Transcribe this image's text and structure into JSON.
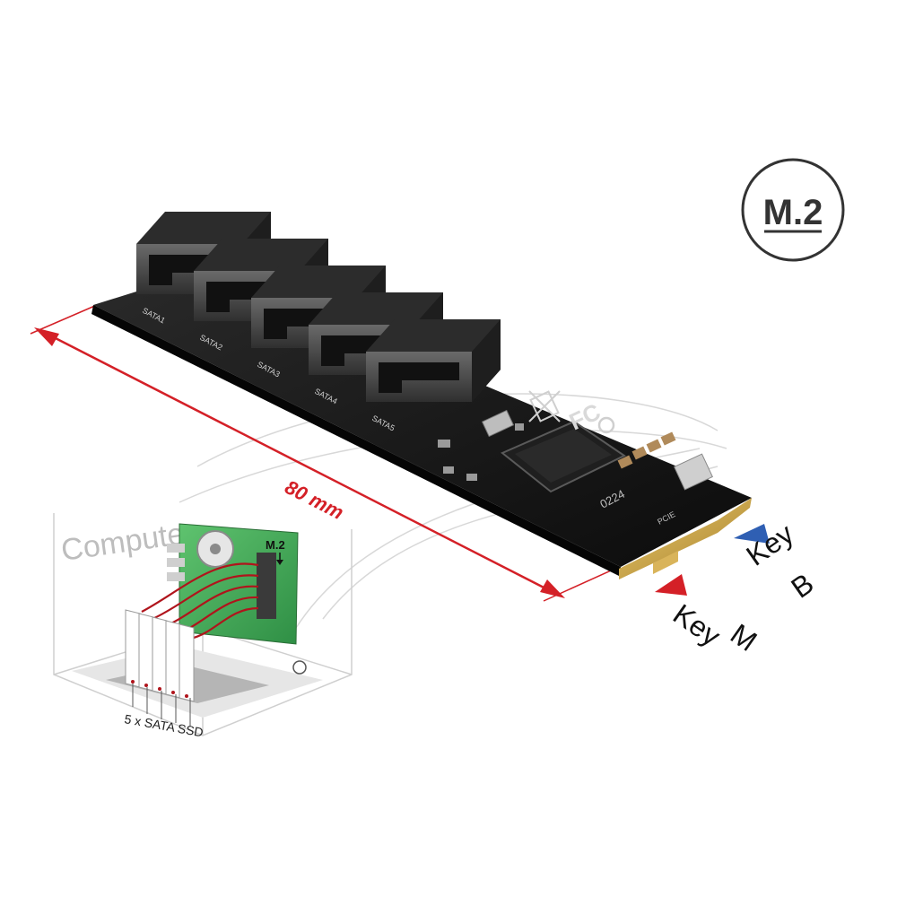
{
  "badge": {
    "text": "M.2"
  },
  "dimension": {
    "text": "80 mm",
    "color": "#d42027"
  },
  "keys": {
    "m": {
      "word": "Key",
      "letter": "M",
      "color": "#d42027"
    },
    "b": {
      "word": "Key",
      "letter": "B",
      "color": "#2f5fb3"
    }
  },
  "inset": {
    "computer": "Computer",
    "m2": "M.2",
    "ssd": "5 x SATA SSD"
  },
  "ports": {
    "labels": [
      "SATA1",
      "SATA2",
      "SATA3",
      "SATA4",
      "SATA5"
    ]
  },
  "pcb": {
    "silkscreen_code": "0224",
    "silkscreen_side": "PCIE"
  },
  "colors": {
    "pcb": "#151515",
    "connector": "#3a3a3a",
    "gold": "#c9a347",
    "inset_board": "#3aa655",
    "cable": "#b0141c"
  },
  "icons": [
    "fc-mark",
    "weee-crossed-bin-mark",
    "ce-mark"
  ]
}
